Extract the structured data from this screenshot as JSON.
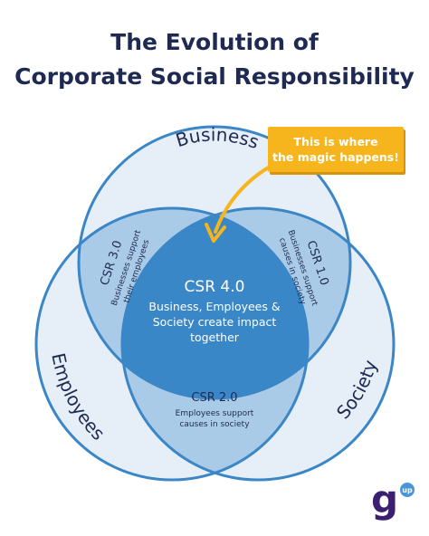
{
  "title": {
    "line1": "The Evolution of",
    "line2": "Corporate Social Responsibility"
  },
  "callout": {
    "line1": "This is where",
    "line2": "the magic happens!"
  },
  "circles": {
    "business": "Business",
    "employees": "Employees",
    "society": "Society"
  },
  "regions": {
    "csr4": {
      "title": "CSR 4.0",
      "line1": "Business, Employees &",
      "line2": "Society create impact",
      "line3": "together"
    },
    "csr3": {
      "title": "CSR 3.0",
      "line1": "Businesses support",
      "line2": "their employees"
    },
    "csr1": {
      "title": "CSR 1.0",
      "line1": "Businesses support",
      "line2": "causes in society"
    },
    "csr2": {
      "title": "CSR 2.0",
      "line1": "Employees support",
      "line2": "causes in society"
    }
  },
  "logo": {
    "letter": "g",
    "badge": "up"
  },
  "colors": {
    "navy": "#1f2a52",
    "circle_fill": "#e6eff8",
    "circle_stroke": "#3b86c6",
    "pair_fill": "#a9cbe8",
    "center_fill": "#3a87c8",
    "callout": "#f6b51c",
    "logo_purple": "#3b1f73",
    "logo_badge": "#4a95d8"
  }
}
